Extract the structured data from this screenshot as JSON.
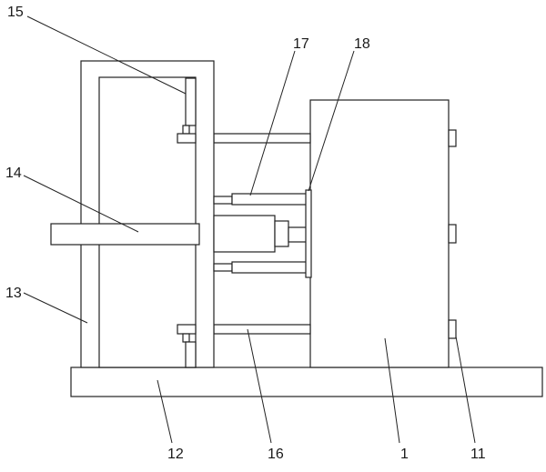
{
  "diagram": {
    "labels": {
      "l1": "1",
      "l11": "11",
      "l12": "12",
      "l13": "13",
      "l14": "14",
      "l15": "15",
      "l16": "16",
      "l17": "17",
      "l18": "18"
    },
    "line_color": "#222222",
    "background": "#ffffff"
  }
}
